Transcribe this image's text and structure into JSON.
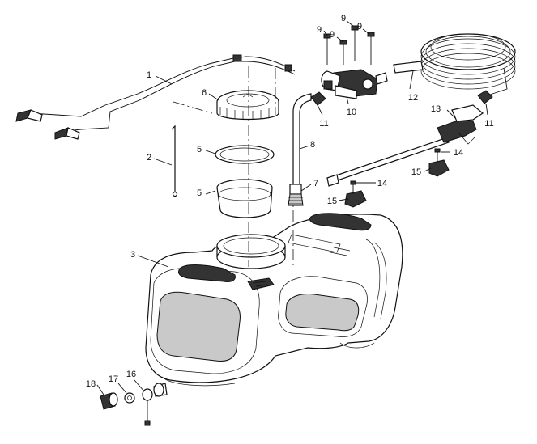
{
  "callouts": [
    "1",
    "2",
    "3",
    "5",
    "5",
    "6",
    "7",
    "8",
    "9",
    "9",
    "9",
    "9",
    "10",
    "11",
    "11",
    "12",
    "13",
    "14",
    "14",
    "15",
    "15",
    "16",
    "17",
    "18"
  ]
}
